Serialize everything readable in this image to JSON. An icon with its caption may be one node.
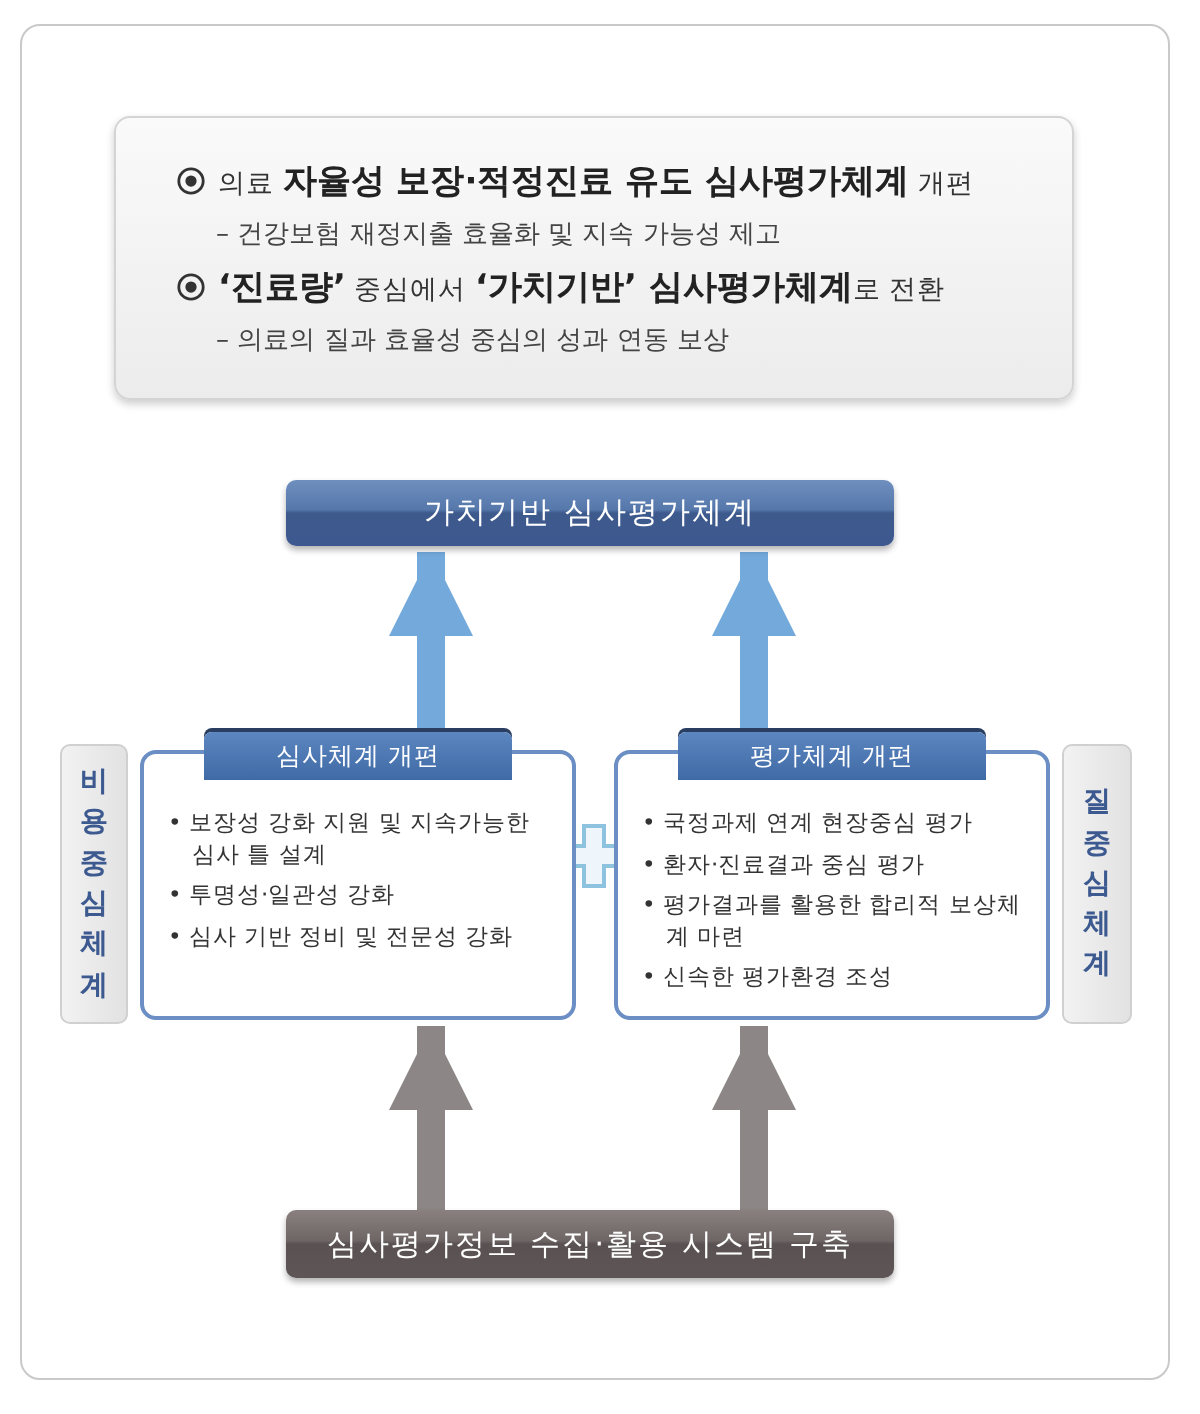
{
  "diagram": {
    "nodes": [
      {
        "text": [
          "의료 **자율성 보장·적정진료 유도 심사평가체계** 개편",
          "– 건강보험 재정지출 효율화 및 지속 가능성 제고",
          "**‘진료량’** 중심에서 **‘가치기반’ 심사평가체계**로 전환",
          "– 의료의 질과 효율성 중심의 성과 연동 보상"
        ]
      },
      {
        "text": [
          "가치기반 심사평가체계"
        ]
      },
      {
        "text": [
          "비용중심체계"
        ]
      },
      {
        "text": [
          "심사체계 개편",
          "• 보장성 강화 지원 및 지속가능한 심사 틀 설계",
          "• 투명성·일관성 강화",
          "• 심사 기반 정비 및 전문성 강화"
        ]
      },
      {
        "text": [
          "평가체계 개편",
          "• 국정과제 연계 현장중심 평가",
          "• 환자·진료결과 중심 평가",
          "• 평가결과를 활용한 합리적 보상체계 마련",
          "• 신속한 평가환경 조성"
        ]
      },
      {
        "text": [
          "질중심체계"
        ]
      },
      {
        "text": [
          "심사평가정보 수집·활용 시스템 구축"
        ]
      }
    ],
    "edges": [
      {
        "from": 3,
        "to": 1,
        "arrow": "to",
        "color": "#5b9bd5"
      },
      {
        "from": 4,
        "to": 1,
        "arrow": "to",
        "color": "#5b9bd5"
      },
      {
        "from": 6,
        "to": 3,
        "arrow": "to",
        "color": "#7a7272"
      },
      {
        "from": 6,
        "to": 4,
        "arrow": "to",
        "color": "#7a7272"
      }
    ]
  }
}
